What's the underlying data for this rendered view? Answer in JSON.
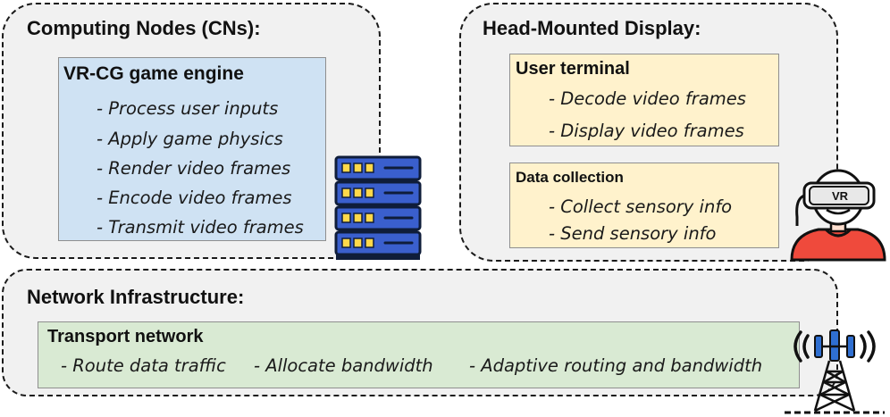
{
  "computing_nodes": {
    "title": "Computing Nodes (CNs):",
    "engine": {
      "title": "VR-CG game engine",
      "tasks": [
        "- Process user inputs",
        "- Apply game physics",
        "- Render video frames",
        "- Encode video frames",
        "- Transmit video frames"
      ]
    },
    "icon": "server-rack-icon"
  },
  "head_mounted_display": {
    "title": "Head-Mounted Display:",
    "user_terminal": {
      "title": "User terminal",
      "tasks": [
        "- Decode video frames",
        "- Display video frames"
      ]
    },
    "data_collection": {
      "title": "Data collection",
      "tasks": [
        "- Collect sensory info",
        "- Send sensory info"
      ]
    },
    "icon": "vr-user-icon",
    "icon_text": "VR"
  },
  "network_infrastructure": {
    "title": "Network Infrastructure:",
    "transport": {
      "title": "Transport network",
      "tasks": [
        "- Route data traffic",
        "- Allocate bandwidth",
        "- Adaptive routing and bandwidth"
      ]
    },
    "icon": "cell-tower-icon"
  },
  "colors": {
    "panel_bg": "#f1f1f1",
    "engine_box": "#cfe2f3",
    "terminal_box": "#fff2cc",
    "transport_box": "#d9ead3",
    "server_blue": "#3a5fcd",
    "server_dark": "#0f1d3a",
    "vr_red": "#ef4a3c",
    "tower_blue": "#2f6fd1"
  }
}
